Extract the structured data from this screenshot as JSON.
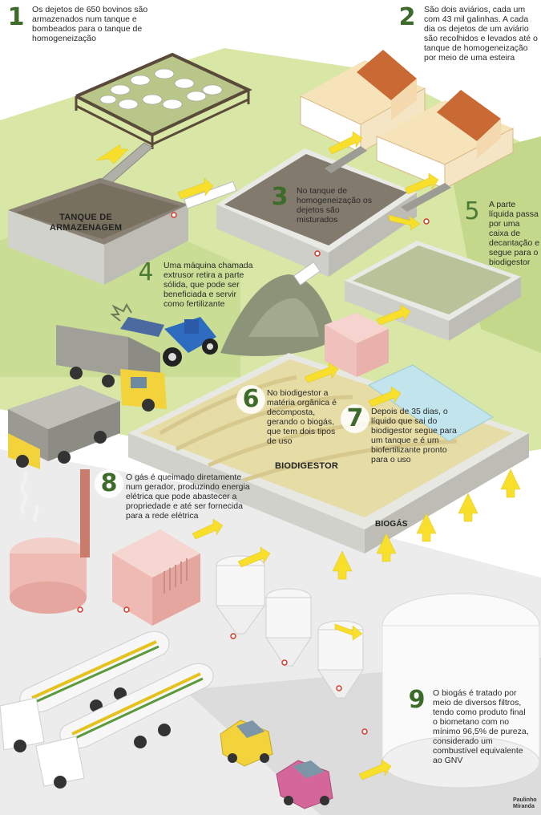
{
  "steps": [
    {
      "n": "1",
      "text": "Os dejetos de 650 bovinos são armazenados num tanque e bombeados para o tanque de homogeneização"
    },
    {
      "n": "2",
      "text": "São dois aviários, cada um com 43 mil galinhas. A cada dia os dejetos de um aviário são recolhidos e levados até o tanque de homogeneização por meio de uma esteira"
    },
    {
      "n": "3",
      "text": "No tanque de homogeneização os dejetos são misturados"
    },
    {
      "n": "4",
      "text": "Uma máquina chamada extrusor retira a parte sólida, que pode ser beneficiada e servir como fertilizante"
    },
    {
      "n": "5",
      "text": "A parte líquida passa por uma caixa de decantação e segue para o biodigestor"
    },
    {
      "n": "6",
      "text": "No biodigestor a matéria orgânica é decomposta, gerando o biogás, que tem dois tipos de uso"
    },
    {
      "n": "7",
      "text": "Depois de 35 dias, o líquido que sai do biodigestor segue para um tanque e é um biofertilizante pronto para o uso"
    },
    {
      "n": "8",
      "text": "O gás é queimado diretamente num gerador, produzindo energia elétrica que pode abastecer a propriedade e até ser fornecida para a rede elétrica"
    },
    {
      "n": "9",
      "text": "O biogás é tratado por meio de diversos filtros, tendo como produto final o biometano com no mínimo 96,5% de pureza, considerado um combustível equivalente ao GNV"
    }
  ],
  "labels": {
    "tanque": "TANQUE DE ARMAZENAGEM",
    "biodigestor": "BIODIGESTOR",
    "biogas": "BIOGÁS"
  },
  "credit": "Paulinho Miranda",
  "colors": {
    "grass": "#d8e6a6",
    "grass_dark": "#bfd38a",
    "concrete": "#e6e6e2",
    "sludge": "#7d776b",
    "liquid": "#b2bd93",
    "bio_fill": "#e7dca8",
    "blue_tank": "#bfe3ea",
    "pink": "#f0c7c3",
    "arrow": "#f7df2c",
    "number_green": "#3d6b2a",
    "road": "#d9d9d9"
  }
}
